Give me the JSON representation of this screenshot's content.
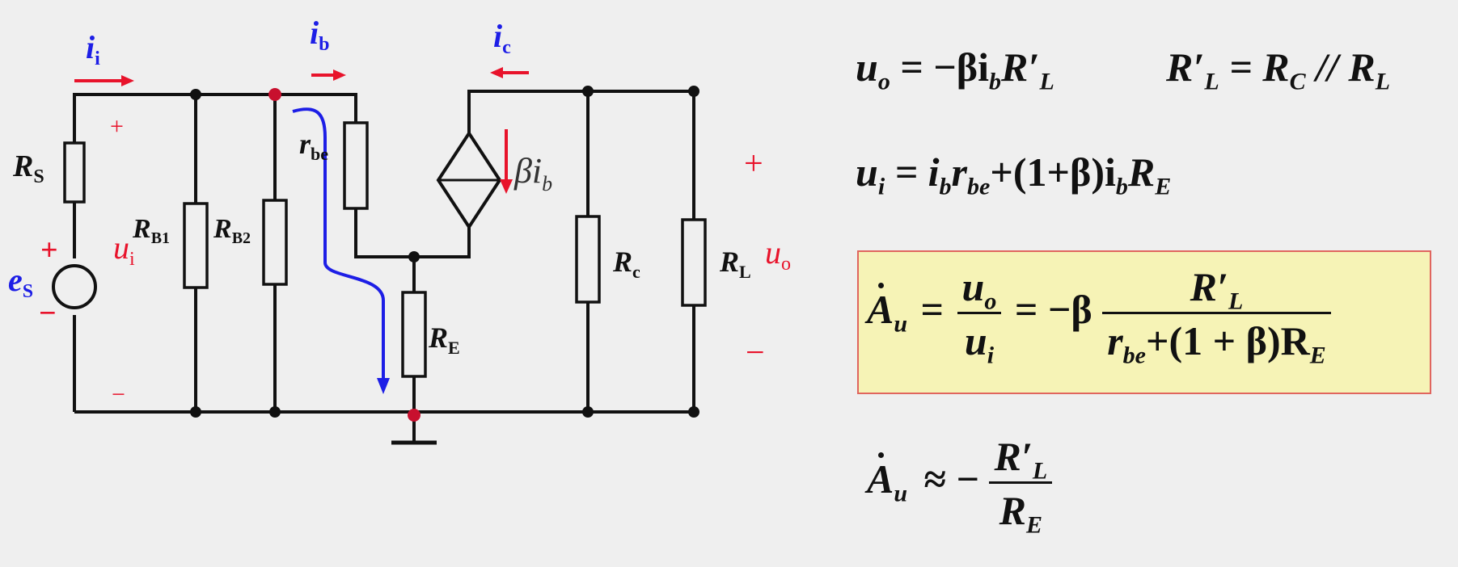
{
  "circuit": {
    "labels": {
      "ii": [
        "i",
        "i"
      ],
      "ib": [
        "i",
        "b"
      ],
      "ic": [
        "i",
        "c"
      ],
      "Rs": [
        "R",
        "S"
      ],
      "es": [
        "e",
        "S"
      ],
      "ui": [
        "u",
        "i"
      ],
      "RB1": [
        "R",
        "B1"
      ],
      "RB2": [
        "R",
        "B2"
      ],
      "rbe": [
        "r",
        "be"
      ],
      "beta_ib": [
        "β",
        "i",
        "b"
      ],
      "RE": [
        "R",
        "E"
      ],
      "Rc": [
        "R",
        "c"
      ],
      "RL": [
        "R",
        "L"
      ],
      "uo": [
        "u",
        "o"
      ],
      "plus": "+",
      "minus": "−"
    },
    "colors": {
      "wire": "#111111",
      "red": "#e8132b",
      "blue": "#1d1ee6",
      "node": "#111111"
    }
  },
  "equations": {
    "eq1": {
      "lhs": "u",
      "lhs_sub": "o",
      "rhs_text": "= −βi",
      "rhs_sub": "b",
      "tail": "R′",
      "tail_sub": "L"
    },
    "eq2": {
      "lhs": "R′",
      "lhs_sub": "L",
      "mid": "= R",
      "mid_sub": "C",
      "sep": " // R",
      "sep_sub": "L"
    },
    "eq3": {
      "lhs": "u",
      "lhs_sub": "i",
      "t1": "= i",
      "t1_sub": "b",
      "t2": "r",
      "t2_sub": "be",
      "t3": "+(1+β)i",
      "t3_sub": "b",
      "t4": "R",
      "t4_sub": "E"
    },
    "boxed": {
      "lhs": "A",
      "lhs_sub": "u",
      "frac1_num": "u",
      "frac1_num_sub": "o",
      "frac1_den": "u",
      "frac1_den_sub": "i",
      "mid": "= −β",
      "frac2_num": "R′",
      "frac2_num_sub": "L",
      "frac2_den_a": "r",
      "frac2_den_a_sub": "be",
      "frac2_den_b": "+(1 + β)R",
      "frac2_den_b_sub": "E"
    },
    "approx": {
      "lhs": "A",
      "lhs_sub": "u",
      "mid": "≈ −",
      "num": "R′",
      "num_sub": "L",
      "den": "R",
      "den_sub": "E"
    }
  }
}
